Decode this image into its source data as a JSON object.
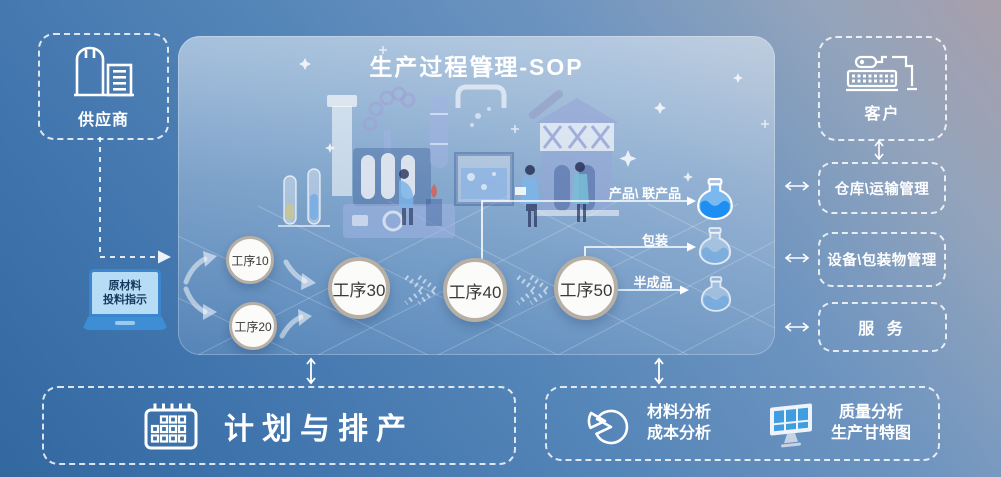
{
  "title": "生产过程管理-SOP",
  "supplier": {
    "label": "供应商"
  },
  "raw_material_panel": {
    "line1": "原材料",
    "line2": "投料指示"
  },
  "processes": [
    {
      "label": "工序10"
    },
    {
      "label": "工序20"
    },
    {
      "label": "工序30"
    },
    {
      "label": "工序40"
    },
    {
      "label": "工序50"
    }
  ],
  "outputs": [
    {
      "label": "产品\\ 联产品"
    },
    {
      "label": "包装"
    },
    {
      "label": "半成品"
    }
  ],
  "right_column": {
    "customer": "客户",
    "warehouse": "仓库\\运输管理",
    "equipment": "设备\\包装物管理",
    "service": "服 务"
  },
  "bottom_row": {
    "planning": "计划与排产",
    "material_analysis": "材料分析",
    "cost_analysis": "成本分析",
    "quality_analysis": "质量分析",
    "gantt": "生产甘特图"
  },
  "colors": {
    "accent_blue": "#2b95ee",
    "panel_blue": "#8fb0d6",
    "circle_border": "#b5afa5",
    "line_white": "#ffffff"
  }
}
